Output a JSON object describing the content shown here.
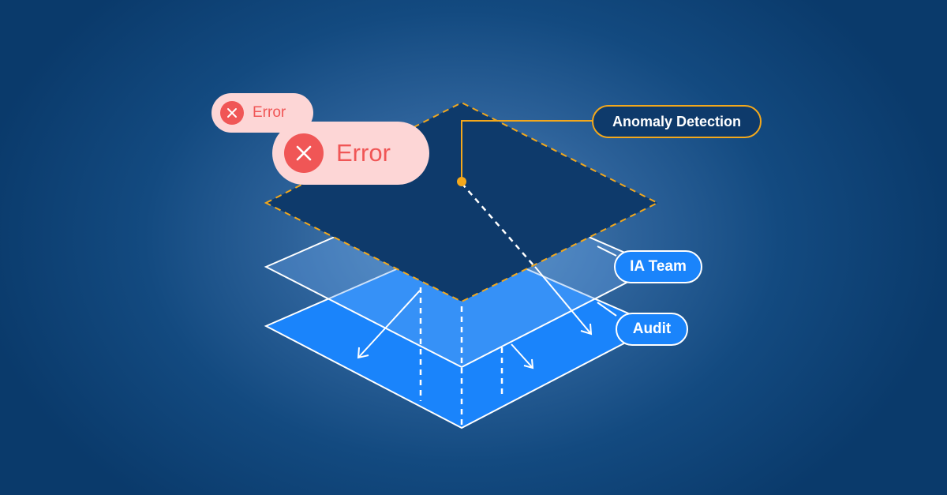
{
  "diagram": {
    "nodes": {
      "anomaly_detection": {
        "label": "Anomaly Detection"
      },
      "ia_team": {
        "label": "IA Team"
      },
      "audit": {
        "label": "Audit"
      },
      "error_small": {
        "label": "Error",
        "icon": "close-icon"
      },
      "error_large": {
        "label": "Error",
        "icon": "close-icon"
      }
    },
    "layers": [
      "anomaly-detection-layer",
      "ia-team-layer",
      "audit-layer"
    ]
  },
  "colors": {
    "background": "#0a3a6b",
    "accent_orange": "#f3a81c",
    "layer_blue": "#1a84fb",
    "error_text": "#f05656",
    "error_bg": "#fdd6d6"
  }
}
